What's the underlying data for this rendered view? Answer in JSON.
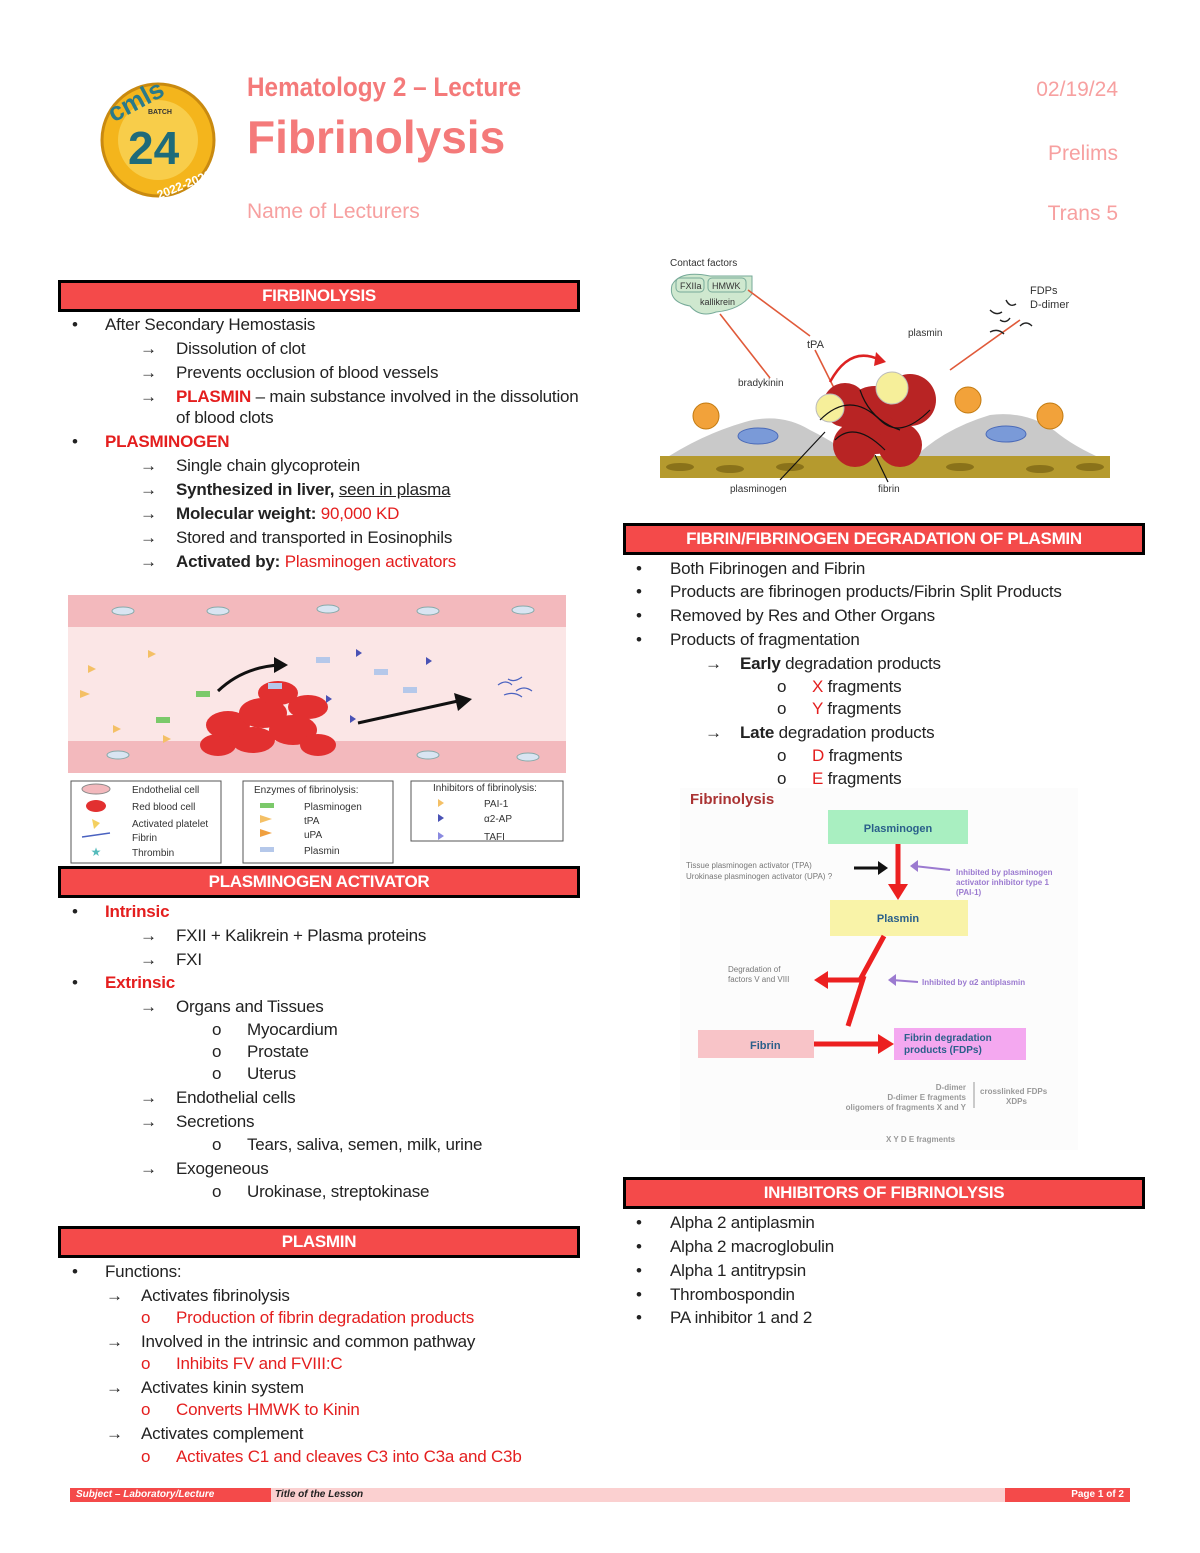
{
  "header": {
    "logo_text": "cmls",
    "logo_batch": "BATCH",
    "logo_number": "24",
    "logo_years": "2022-2026",
    "subtitle": "Hematology 2 – Lecture",
    "title": "Fibrinolysis",
    "lecturers": "Name of Lecturers",
    "date": "02/19/24",
    "term": "Prelims",
    "trans": "Trans 5"
  },
  "sections": {
    "firbinolysis": "FIRBINOLYSIS",
    "plasminogen_activator": "PLASMINOGEN ACTIVATOR",
    "plasmin": "PLASMIN",
    "degradation": "FIBRIN/FIBRINOGEN DEGRADATION OF PLASMIN",
    "inhibitors": "INHIBITORS OF FIBRINOLYSIS"
  },
  "firbinolysis": {
    "b1": "After Secondary Hemostasis",
    "s1": "Dissolution of clot",
    "s2": "Prevents occlusion of blood vessels",
    "s3_red": "PLASMIN",
    "s3_rest": " – main substance involved in the dissolution",
    "s3_cont": "of blood clots",
    "b2": "PLASMINOGEN",
    "p1": "Single chain glycoprotein",
    "p2_bold": "Synthesized in liver,",
    "p2_u": "seen in plasma",
    "p3_bold": "Molecular weight:",
    "p3_red": "90,000 KD",
    "p4": "Stored and transported in Eosinophils",
    "p5_bold": "Activated by:",
    "p5_red": "Plasminogen activators"
  },
  "figure1": {
    "legend1": [
      "Endothelial cell",
      "Red blood cell",
      "Activated platelet",
      "Fibrin",
      "Thrombin"
    ],
    "legend2_title": "Enzymes of fibrinolysis:",
    "legend2": [
      "Plasminogen",
      "tPA",
      "uPA",
      "Plasmin"
    ],
    "legend3_title": "Inhibitors of fibrinolysis:",
    "legend3": [
      "PAI-1",
      "α2-AP",
      "TAFI"
    ]
  },
  "figure2": {
    "contact": "Contact factors",
    "fxiia": "FXIIa",
    "hmwk": "HMWK",
    "kallikrein": "kallikrein",
    "tpa": "tPA",
    "bradykinin": "bradykinin",
    "plasmin": "plasmin",
    "fdps": "FDPs",
    "ddimer": "D-dimer",
    "plasminogen": "plasminogen",
    "fibrin": "fibrin"
  },
  "activator": {
    "intrinsic": "Intrinsic",
    "i1": "FXII + Kalikrein + Plasma proteins",
    "i2": "FXI",
    "extrinsic": "Extrinsic",
    "e1": "Organs and Tissues",
    "e1a": "Myocardium",
    "e1b": "Prostate",
    "e1c": "Uterus",
    "e2": "Endothelial cells",
    "e3": "Secretions",
    "e3a": "Tears, saliva, semen, milk, urine",
    "e4": "Exogeneous",
    "e4a": "Urokinase, streptokinase"
  },
  "plasmin": {
    "functions": "Functions:",
    "f1": "Activates fibrinolysis",
    "f1a": "Production of fibrin degradation products",
    "f2": "Involved in the intrinsic and common pathway",
    "f2a": "Inhibits FV and FVIII:C",
    "f3": "Activates kinin system",
    "f3a": "Converts HMWK to Kinin",
    "f4": "Activates complement",
    "f4a": "Activates C1 and cleaves C3 into C3a and C3b"
  },
  "degradation": {
    "b1": "Both Fibrinogen and Fibrin",
    "b2": "Products are fibrinogen products/Fibrin Split Products",
    "b3": "Removed by Res and Other Organs",
    "b4": "Products of fragmentation",
    "early_bold": "Early",
    "early_rest": " degradation products",
    "x_red": "X",
    "x_rest": " fragments",
    "y_red": "Y",
    "y_rest": " fragments",
    "late_bold": "Late",
    "late_rest": " degradation products",
    "d_red": "D",
    "d_rest": " fragments",
    "e_red": "E",
    "e_rest": " fragments"
  },
  "figure3": {
    "title": "Fibrinolysis",
    "plasminogen": "Plasminogen",
    "tpa": "Tissue plasminogen activator (TPA)",
    "upa": "Urokinase plasminogen activator (UPA) ?",
    "inh1a": "Inhibited by plasminogen",
    "inh1b": "activator inhibitor type 1",
    "inh1c": "(PAI-1)",
    "plasmin": "Plasmin",
    "deg1": "Degradation of",
    "deg2": "factors V and VIII",
    "inh2": "Inhibited by α2 antiplasmin",
    "fibrin": "Fibrin",
    "fdp1": "Fibrin degradation",
    "fdp2": "products (FDPs)",
    "ddimer": "D-dimer",
    "ddimer_e": "D-dimer E fragments",
    "oligo": "oligomers of fragments X and Y",
    "crosslinked": "crosslinked FDPs",
    "xdps": "XDPs",
    "xyde": "X Y D E fragments"
  },
  "inhibitors": {
    "i1": "Alpha 2 antiplasmin",
    "i2": "Alpha 2 macroglobulin",
    "i3": "Alpha 1 antitrypsin",
    "i4": "Thrombospondin",
    "i5": "PA inhibitor 1 and 2"
  },
  "footer": {
    "left": "Subject – Laboratory/Lecture",
    "middle": "Title of the Lesson",
    "right": "Page 1 of 2"
  }
}
